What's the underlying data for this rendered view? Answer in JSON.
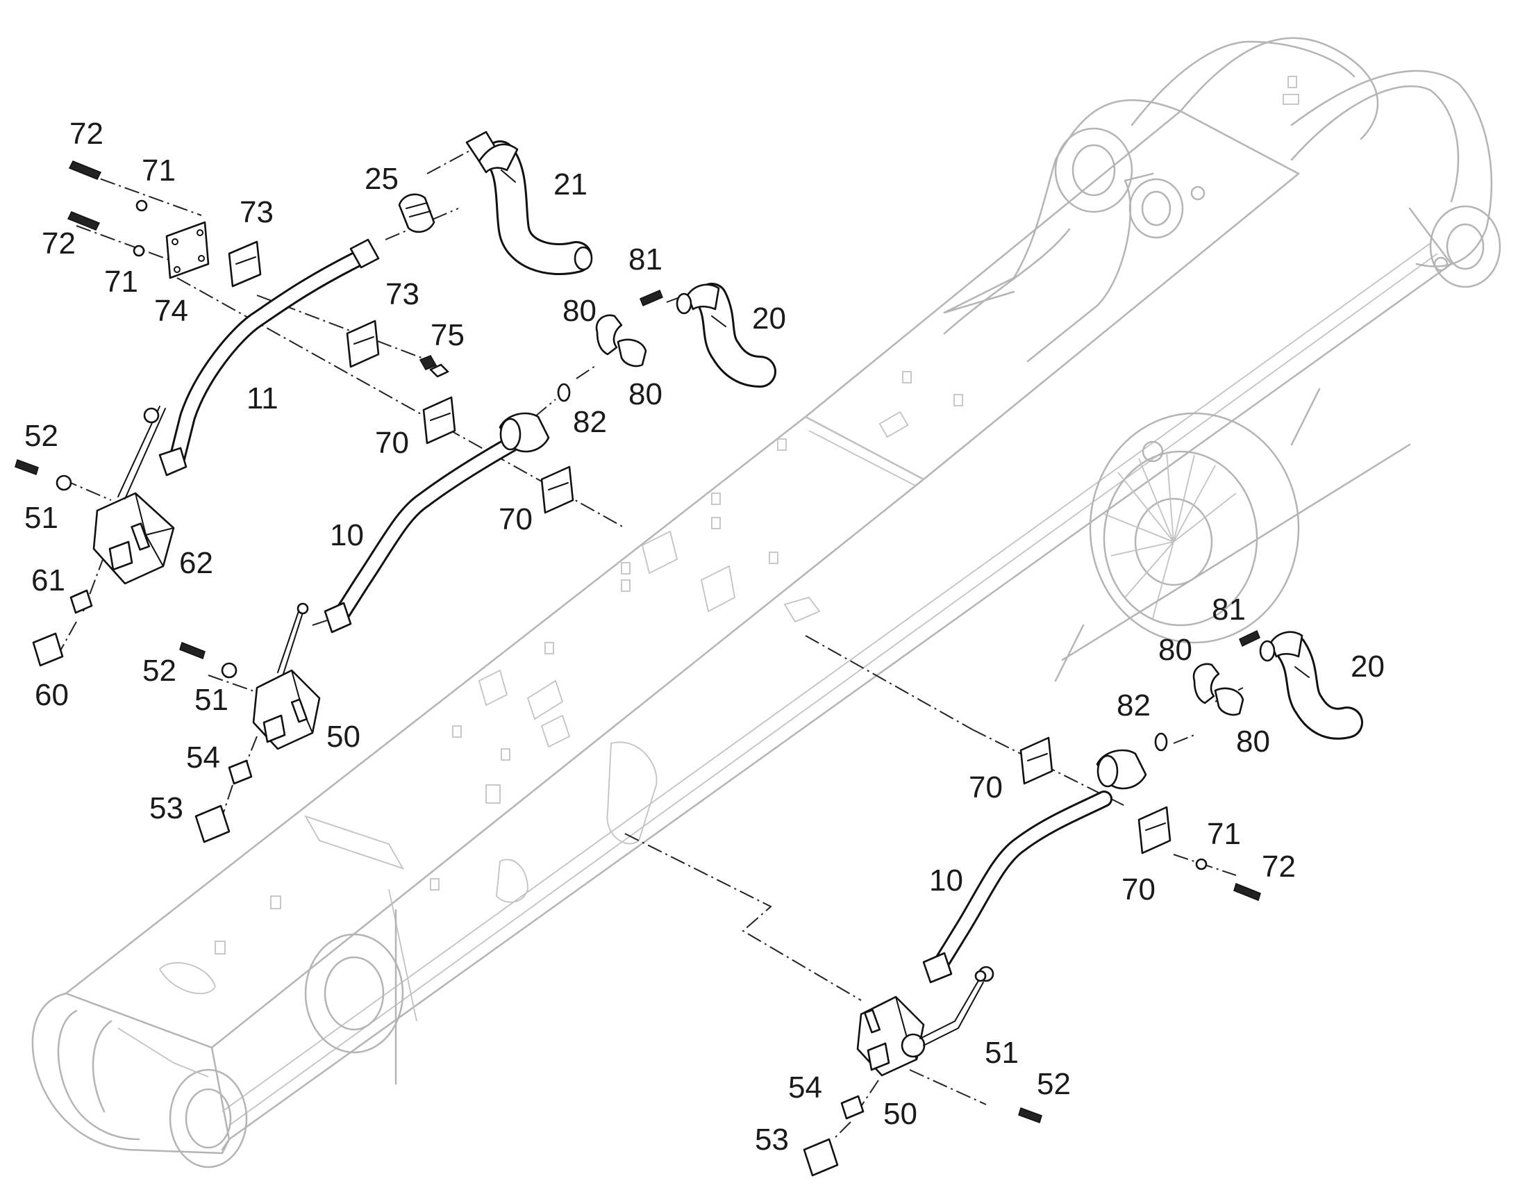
{
  "callouts": [
    {
      "id": "c72a",
      "text": "72"
    },
    {
      "id": "c71a",
      "text": "71"
    },
    {
      "id": "c72b",
      "text": "72"
    },
    {
      "id": "c71b",
      "text": "71"
    },
    {
      "id": "c73a",
      "text": "73"
    },
    {
      "id": "c74",
      "text": "74"
    },
    {
      "id": "c25",
      "text": "25"
    },
    {
      "id": "c21",
      "text": "21"
    },
    {
      "id": "c73b",
      "text": "73"
    },
    {
      "id": "c75",
      "text": "75"
    },
    {
      "id": "c11",
      "text": "11"
    },
    {
      "id": "c81a",
      "text": "81"
    },
    {
      "id": "c80a",
      "text": "80"
    },
    {
      "id": "c20a",
      "text": "20"
    },
    {
      "id": "c80b",
      "text": "80"
    },
    {
      "id": "c82a",
      "text": "82"
    },
    {
      "id": "c70a",
      "text": "70"
    },
    {
      "id": "c70b",
      "text": "70"
    },
    {
      "id": "c52a",
      "text": "52"
    },
    {
      "id": "c51a",
      "text": "51"
    },
    {
      "id": "c62",
      "text": "62"
    },
    {
      "id": "c61",
      "text": "61"
    },
    {
      "id": "c60",
      "text": "60"
    },
    {
      "id": "c10a",
      "text": "10"
    },
    {
      "id": "c52b",
      "text": "52"
    },
    {
      "id": "c51b",
      "text": "51"
    },
    {
      "id": "c50a",
      "text": "50"
    },
    {
      "id": "c54a",
      "text": "54"
    },
    {
      "id": "c53a",
      "text": "53"
    },
    {
      "id": "c81b",
      "text": "81"
    },
    {
      "id": "c80c",
      "text": "80"
    },
    {
      "id": "c20b",
      "text": "20"
    },
    {
      "id": "c82b",
      "text": "82"
    },
    {
      "id": "c80d",
      "text": "80"
    },
    {
      "id": "c70c",
      "text": "70"
    },
    {
      "id": "c71c",
      "text": "71"
    },
    {
      "id": "c72c",
      "text": "72"
    },
    {
      "id": "c70d",
      "text": "70"
    },
    {
      "id": "c10b",
      "text": "10"
    },
    {
      "id": "c51c",
      "text": "51"
    },
    {
      "id": "c52c",
      "text": "52"
    },
    {
      "id": "c54b",
      "text": "54"
    },
    {
      "id": "c50b",
      "text": "50"
    },
    {
      "id": "c53b",
      "text": "53"
    }
  ]
}
